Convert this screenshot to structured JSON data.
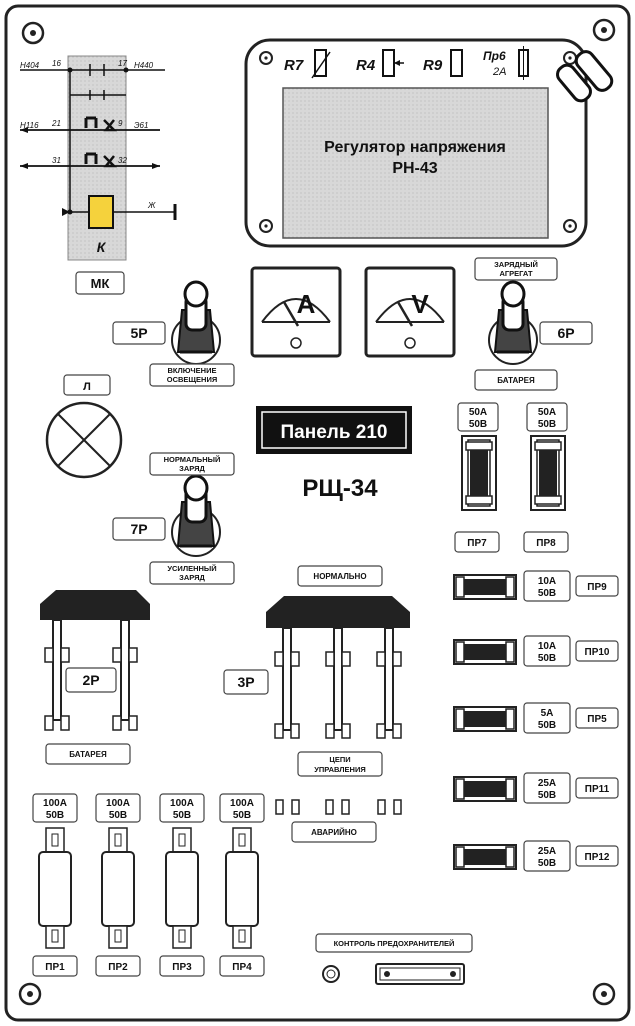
{
  "panel": {
    "name": "Панель 210",
    "code": "РЩ-34"
  },
  "regulator": {
    "title1": "Регулятор напряжения",
    "title2": "РН-43",
    "resistors": [
      "R7",
      "R4",
      "R9"
    ],
    "fuse_name": "Пр6",
    "fuse_rating": "2А"
  },
  "circuit": {
    "wires": [
      "Н404",
      "16",
      "17",
      "Н440",
      "Н116",
      "21",
      "9",
      "Э61",
      "31",
      "32",
      "Ж"
    ],
    "coil": "К",
    "block_label": "МК"
  },
  "meters": {
    "ammeter": "A",
    "voltmeter": "V"
  },
  "switches": {
    "s5": "5Р",
    "s5_label1": "ВКЛЮЧЕНИЕ",
    "s5_label2": "ОСВЕЩЕНИЯ",
    "s6": "6Р",
    "s6_top1": "ЗАРЯДНЫЙ",
    "s6_top2": "АГРЕГАТ",
    "s6_bottom": "БАТАРЕЯ",
    "s7": "7Р",
    "s7_top1": "НОРМАЛЬНЫЙ",
    "s7_top2": "ЗАРЯД",
    "s7_bottom1": "УСИЛЕННЫЙ",
    "s7_bottom2": "ЗАРЯД"
  },
  "lamp": {
    "label": "Л"
  },
  "knife_switches": {
    "s2": "2Р",
    "s2_label": "БАТАРЕЯ",
    "s3": "3Р",
    "s3_top": "НОРМАЛЬНО",
    "s3_bottom1": "ЦЕПИ",
    "s3_bottom2": "УПРАВЛЕНИЯ",
    "emergency": "АВАРИЙНО"
  },
  "fuses_vertical_top": [
    {
      "amp": "50А",
      "volt": "50В",
      "name": "ПР7"
    },
    {
      "amp": "50А",
      "volt": "50В",
      "name": "ПР8"
    }
  ],
  "fuses_horizontal": [
    {
      "amp": "10А",
      "volt": "50В",
      "name": "ПР9"
    },
    {
      "amp": "10А",
      "volt": "50В",
      "name": "ПР10"
    },
    {
      "amp": "5А",
      "volt": "50В",
      "name": "ПР5"
    },
    {
      "amp": "25А",
      "volt": "50В",
      "name": "ПР11"
    },
    {
      "amp": "25А",
      "volt": "50В",
      "name": "ПР12"
    }
  ],
  "fuses_bottom": [
    {
      "amp": "100А",
      "volt": "50В",
      "name": "ПР1"
    },
    {
      "amp": "100А",
      "volt": "50В",
      "name": "ПР2"
    },
    {
      "amp": "100А",
      "volt": "50В",
      "name": "ПР3"
    },
    {
      "amp": "100А",
      "volt": "50В",
      "name": "ПР4"
    }
  ],
  "fuse_control": "КОНТРОЛЬ ПРЕДОХРАНИТЕЛЕЙ"
}
